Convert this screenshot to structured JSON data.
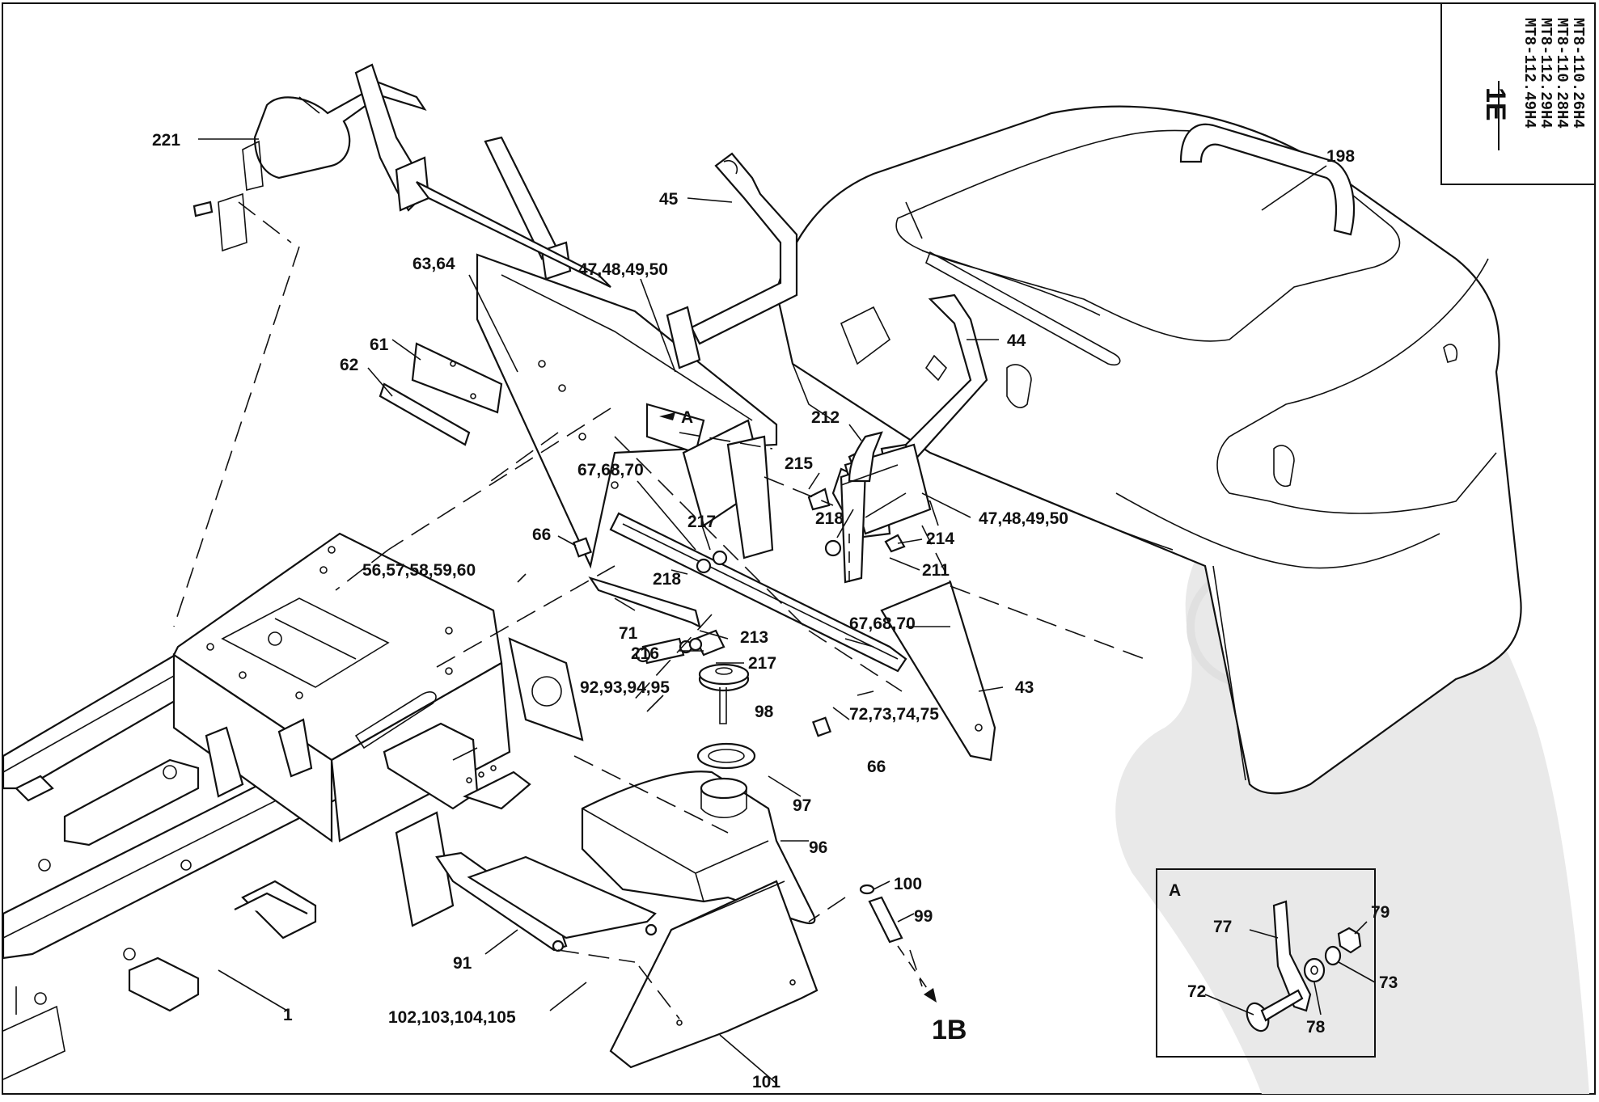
{
  "title_block": {
    "codes": [
      "MT8-110.26H4",
      "MT8-110.28H4",
      "MT8-112.29H4",
      "MT8-112.49H4"
    ],
    "group": "1E"
  },
  "callouts": {
    "c221": "221",
    "c198": "198",
    "c45": "45",
    "c4748_top": "47,48,49,50",
    "c6364": "63,64",
    "c61": "61",
    "c62": "62",
    "c44": "44",
    "cA_main": "A",
    "c212": "212",
    "c215": "215",
    "c676870_left": "67,68,70",
    "c218_top": "218",
    "c214": "214",
    "c211": "211",
    "c4748_right": "47,48,49,50",
    "c217_top": "217",
    "c66_top": "66",
    "c5660": "56,57,58,59,60",
    "c218_bot": "218",
    "c71": "71",
    "c213": "213",
    "c216": "216",
    "c217_bot": "217",
    "c676870_right": "67,68,70",
    "c43": "43",
    "c9295": "92,93,94,95",
    "c98": "98",
    "c7275": "72,73,74,75",
    "c66_bot": "66",
    "c97": "97",
    "c96": "96",
    "c100": "100",
    "c99": "99",
    "c91": "91",
    "c1": "1",
    "c102105": "102,103,104,105",
    "c1B": "1B",
    "c101": "101"
  },
  "detail_a": {
    "title": "A",
    "callouts": {
      "c77": "77",
      "c79": "79",
      "c73": "73",
      "c72": "72",
      "c78": "78"
    }
  },
  "watermark": {
    "symbol": "©"
  }
}
